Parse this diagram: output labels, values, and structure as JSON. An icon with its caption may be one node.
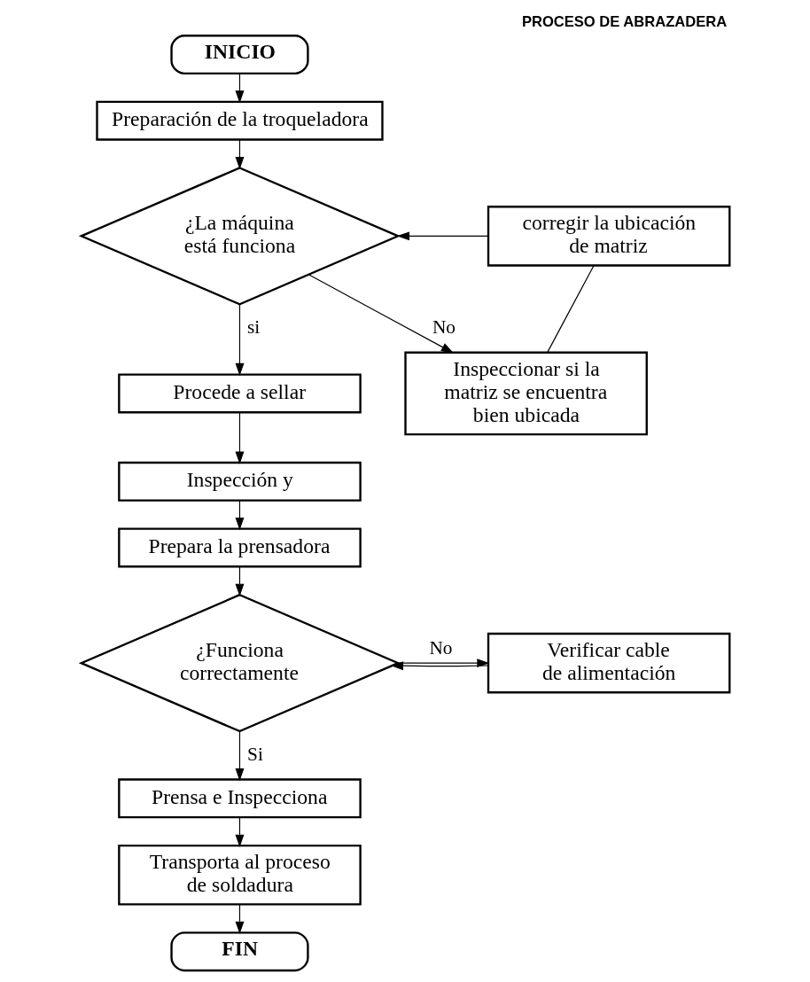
{
  "diagram": {
    "title": "PROCESO DE ABRAZADERA",
    "nodes": [
      {
        "text": [
          "INICIO"
        ]
      },
      {
        "text": [
          "Preparación de la troqueladora"
        ]
      },
      {
        "text": [
          "¿La máquina está funciona"
        ]
      },
      {
        "text": [
          "corregir la ubicación de matriz"
        ]
      },
      {
        "text": [
          "Procede a sellar"
        ]
      },
      {
        "text": [
          "Inspección y"
        ]
      },
      {
        "text": [
          "Inspeccionar si la matriz se encuentra bien ubicada"
        ]
      },
      {
        "text": [
          "Prepara la prensadora"
        ]
      },
      {
        "text": [
          "¿Funciona correctamente"
        ]
      },
      {
        "text": [
          "Verificar cable de alimentación"
        ]
      },
      {
        "text": [
          "Prensa e Inspecciona"
        ]
      },
      {
        "text": [
          "Transporta al proceso de soldadura"
        ]
      },
      {
        "text": [
          "FIN"
        ]
      }
    ],
    "edges": [
      {
        "from": 0,
        "to": 1,
        "arrow": "to"
      },
      {
        "from": 1,
        "to": 2,
        "arrow": "to"
      },
      {
        "from": 2,
        "to": 4,
        "arrow": "to",
        "label": "si"
      },
      {
        "from": 2,
        "to": 6,
        "arrow": "to",
        "label": "No"
      },
      {
        "from": 6,
        "to": 3,
        "arrow": "none"
      },
      {
        "from": 3,
        "to": 2,
        "arrow": "to"
      },
      {
        "from": 4,
        "to": 5,
        "arrow": "to"
      },
      {
        "from": 5,
        "to": 7,
        "arrow": "to"
      },
      {
        "from": 7,
        "to": 8,
        "arrow": "to"
      },
      {
        "from": 8,
        "to": 9,
        "arrow": "to",
        "label": "No"
      },
      {
        "from": 9,
        "to": 8,
        "arrow": "to"
      },
      {
        "from": 8,
        "to": 10,
        "arrow": "to",
        "label": "Si"
      },
      {
        "from": 10,
        "to": 11,
        "arrow": "to"
      },
      {
        "from": 11,
        "to": 12,
        "arrow": "to"
      }
    ]
  }
}
